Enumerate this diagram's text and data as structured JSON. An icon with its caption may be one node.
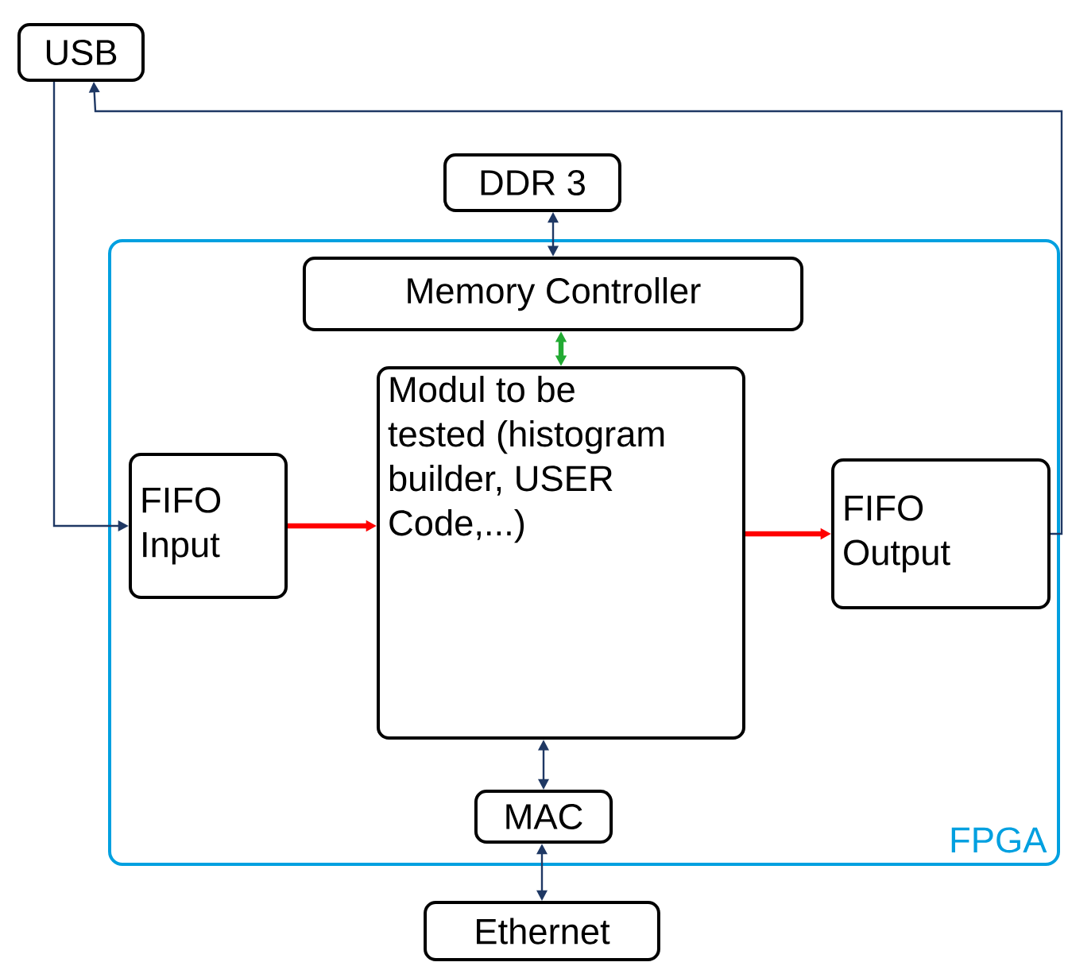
{
  "diagram": {
    "nodes": [
      {
        "text": [
          "USB"
        ]
      },
      {
        "text": [
          "DDR 3"
        ]
      },
      {
        "text": [
          "FPGA"
        ]
      },
      {
        "text": [
          "Memory Controller"
        ],
        "in": 2
      },
      {
        "text": [
          "FIFO Input"
        ],
        "in": 2
      },
      {
        "text": [
          "Modul to be tested (histogram builder, USER Code,...)"
        ],
        "in": 2
      },
      {
        "text": [
          "FIFO Output"
        ],
        "in": 2
      },
      {
        "text": [
          "MAC"
        ],
        "in": 2
      },
      {
        "text": [
          "Ethernet"
        ]
      }
    ],
    "edges": [
      {
        "from": 0,
        "to": 4,
        "arrow": "to"
      },
      {
        "from": 6,
        "to": 0,
        "arrow": "to"
      },
      {
        "from": 1,
        "to": 3,
        "arrow": "both"
      },
      {
        "from": 3,
        "to": 5,
        "arrow": "both",
        "style": "thick",
        "color": "#22aa33"
      },
      {
        "from": 4,
        "to": 5,
        "arrow": "to",
        "style": "thick",
        "color": "#ff0000"
      },
      {
        "from": 5,
        "to": 6,
        "arrow": "to",
        "style": "thick",
        "color": "#ff0000"
      },
      {
        "from": 5,
        "to": 7,
        "arrow": "both"
      },
      {
        "from": 7,
        "to": 8,
        "arrow": "both"
      }
    ]
  }
}
